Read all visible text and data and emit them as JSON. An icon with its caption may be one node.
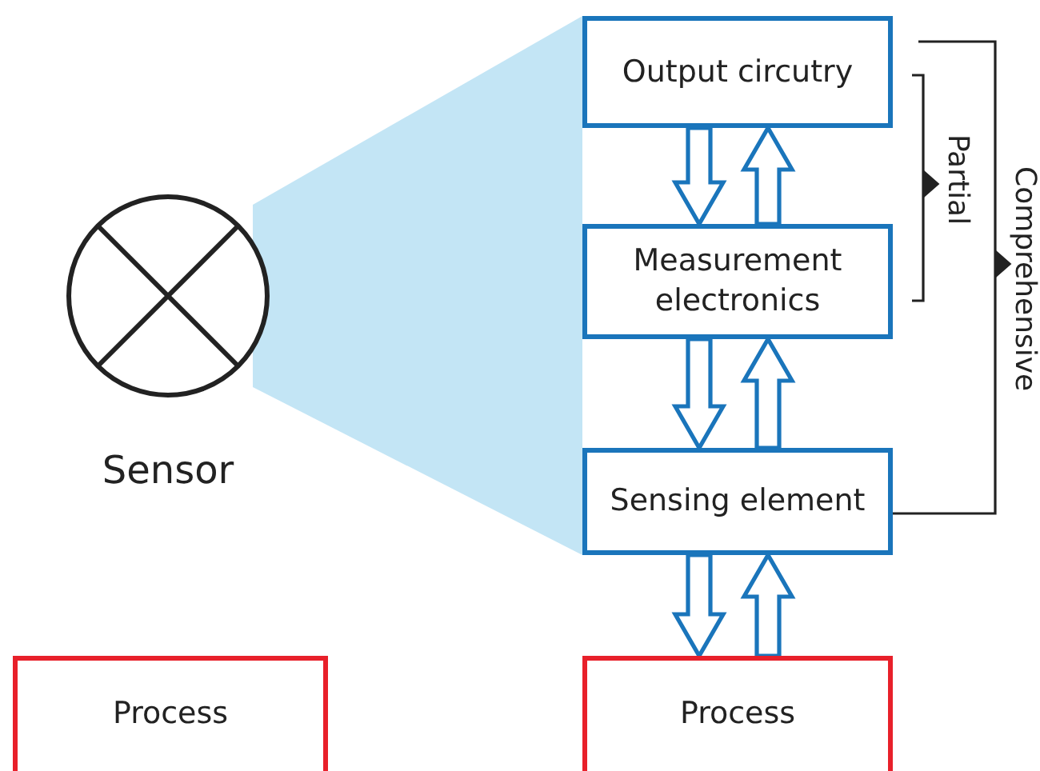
{
  "diagram": {
    "nodes": [
      {
        "text": [
          "Sensor"
        ]
      },
      {
        "text": [
          "Output circutry"
        ]
      },
      {
        "text": [
          "Measurement electronics"
        ]
      },
      {
        "text": [
          "Sensing element"
        ]
      },
      {
        "text": [
          "Process"
        ]
      },
      {
        "text": [
          "Process"
        ]
      }
    ],
    "edges": [
      {
        "from": 1,
        "to": 2,
        "arrow": "to"
      },
      {
        "from": 2,
        "to": 1,
        "arrow": "to"
      },
      {
        "from": 2,
        "to": 3,
        "arrow": "to"
      },
      {
        "from": 3,
        "to": 2,
        "arrow": "to"
      },
      {
        "from": 3,
        "to": 5,
        "arrow": "to"
      },
      {
        "from": 5,
        "to": 3,
        "arrow": "to"
      }
    ],
    "labels": [
      "Partial",
      "Comprehensive"
    ]
  }
}
